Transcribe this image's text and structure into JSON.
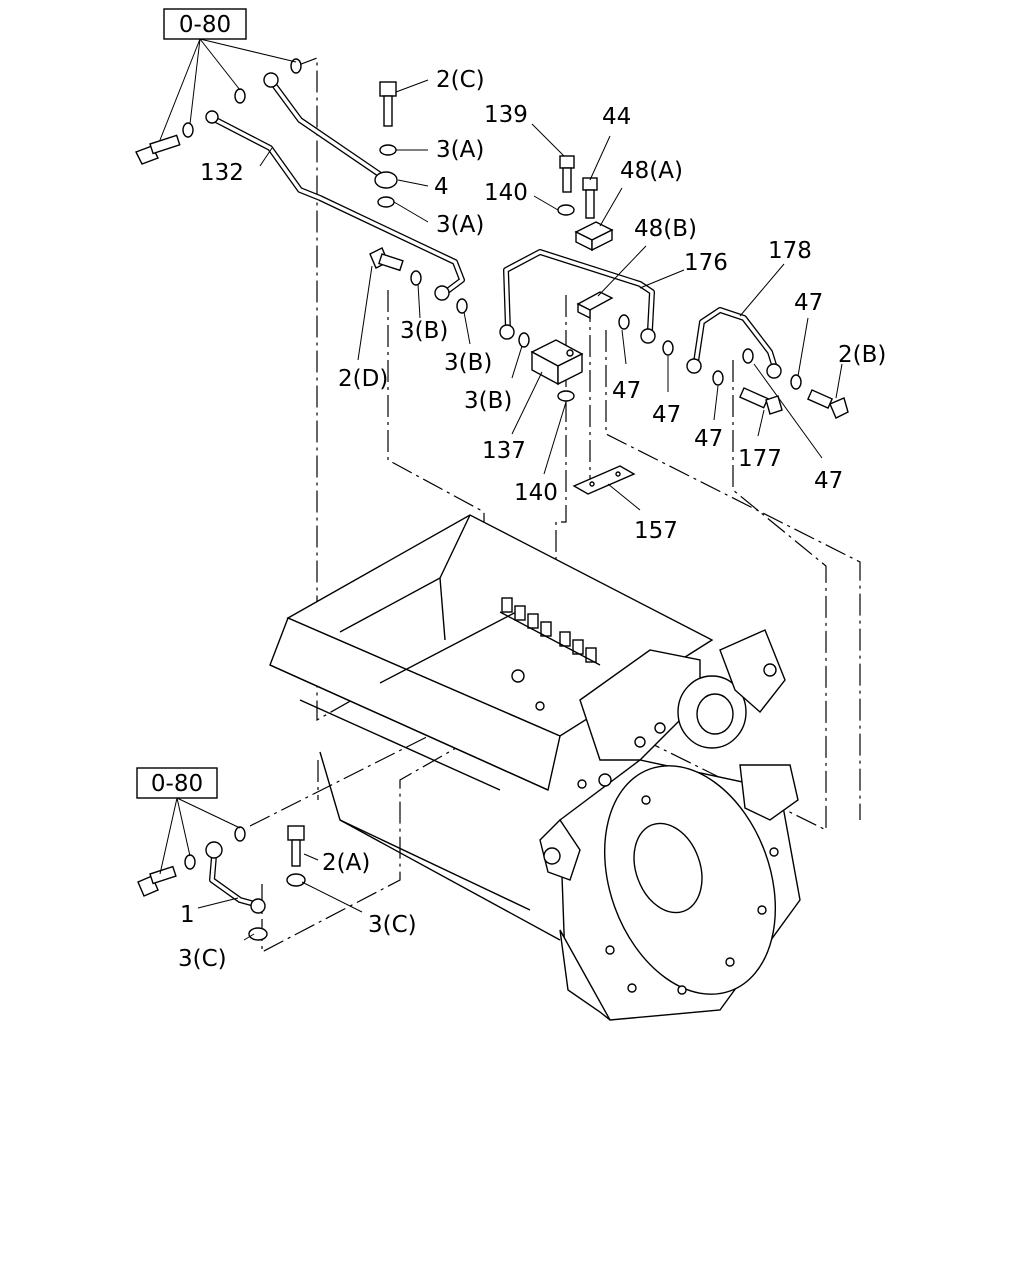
{
  "refs": {
    "top": "0-80",
    "bottom": "0-80"
  },
  "labels": {
    "l_2c": "2(C)",
    "l_139": "139",
    "l_44": "44",
    "l_3a_1": "3(A)",
    "l_132": "132",
    "l_4": "4",
    "l_140_top": "140",
    "l_48a": "48(A)",
    "l_3a_2": "3(A)",
    "l_48b": "48(B)",
    "l_178": "178",
    "l_176": "176",
    "l_47_a": "47",
    "l_3b_1": "3(B)",
    "l_2b": "2(B)",
    "l_2d": "2(D)",
    "l_3b_2": "3(B)",
    "l_47_b": "47",
    "l_3b_3": "3(B)",
    "l_47_c": "47",
    "l_47_d": "47",
    "l_137": "137",
    "l_177": "177",
    "l_47_e": "47",
    "l_140_bot": "140",
    "l_157": "157",
    "l_2a": "2(A)",
    "l_1": "1",
    "l_3c_1": "3(C)",
    "l_3c_2": "3(C)"
  }
}
